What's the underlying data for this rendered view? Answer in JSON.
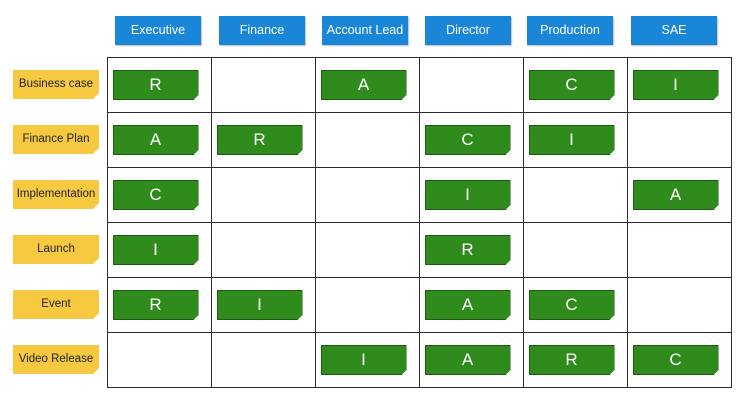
{
  "columns": [
    "Executive",
    "Finance",
    "Account Lead",
    "Director",
    "Production",
    "SAE"
  ],
  "rows": [
    {
      "label": "Business case",
      "cells": [
        "R",
        "",
        "A",
        "",
        "C",
        "I"
      ]
    },
    {
      "label": "Finance Plan",
      "cells": [
        "A",
        "R",
        "",
        "C",
        "I",
        ""
      ]
    },
    {
      "label": "Implementation",
      "cells": [
        "C",
        "",
        "",
        "I",
        "",
        "A"
      ]
    },
    {
      "label": "Launch",
      "cells": [
        "I",
        "",
        "",
        "R",
        "",
        ""
      ]
    },
    {
      "label": "Event",
      "cells": [
        "R",
        "I",
        "",
        "A",
        "C",
        ""
      ]
    },
    {
      "label": "Video Release",
      "cells": [
        "",
        "",
        "I",
        "A",
        "R",
        "C"
      ]
    }
  ],
  "colors": {
    "column_header": "#1a86d8",
    "row_header": "#f6c940",
    "assignment": "#2e8b1c"
  }
}
